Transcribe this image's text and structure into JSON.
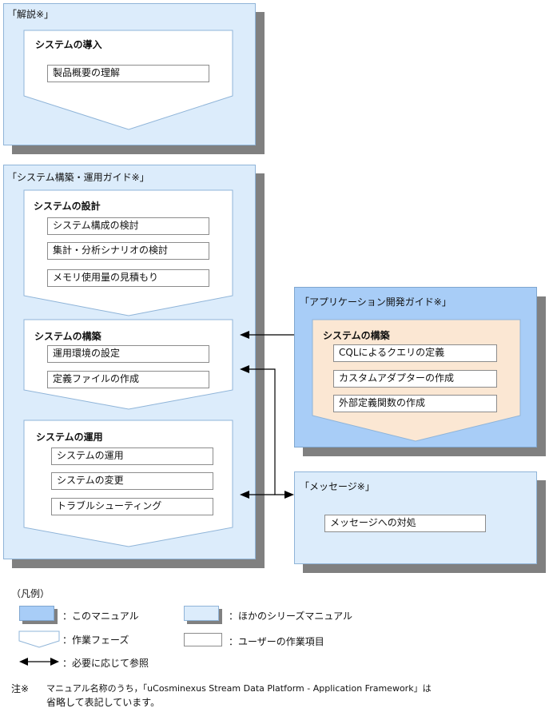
{
  "panels": {
    "kaisetsu": {
      "title": "「解説※」",
      "phases": [
        {
          "label": "システムの導入",
          "items": [
            "製品概要の理解"
          ]
        }
      ]
    },
    "system_guide": {
      "title": "「システム構築・運用ガイド※」",
      "phases": [
        {
          "label": "システムの設計",
          "items": [
            "システム構成の検討",
            "集計・分析シナリオの検討",
            "メモリ使用量の見積もり"
          ]
        },
        {
          "label": "システムの構築",
          "items": [
            "運用環境の設定",
            "定義ファイルの作成"
          ]
        },
        {
          "label": "システムの運用",
          "items": [
            "システムの運用",
            "システムの変更",
            "トラブルシューティング"
          ]
        }
      ]
    },
    "app_guide": {
      "title": "「アプリケーション開発ガイド※」",
      "phases": [
        {
          "label": "システムの構築",
          "items": [
            "CQLによるクエリの定義",
            "カスタムアダプターの作成",
            "外部定義関数の作成"
          ]
        }
      ]
    },
    "messages": {
      "title": "「メッセージ※」",
      "items": [
        "メッセージへの対処"
      ]
    }
  },
  "legend": {
    "heading": "（凡例）",
    "this_manual": "：このマニュアル",
    "other_manual": "：ほかのシリーズマニュアル",
    "work_phase": "：作業フェーズ",
    "user_task": "：ユーザーの作業項目",
    "reference": "：必要に応じて参照"
  },
  "note": {
    "label": "注※",
    "line1": "マニュアル名称のうち，「uCosminexus Stream Data Platform - Application Framework」は",
    "line2": "省略して表記しています。"
  },
  "colors": {
    "this_manual": "#a8cdf7",
    "other_manual": "#dcecfb",
    "work_phase": "#fbe7d3",
    "shadow": "#808080"
  }
}
